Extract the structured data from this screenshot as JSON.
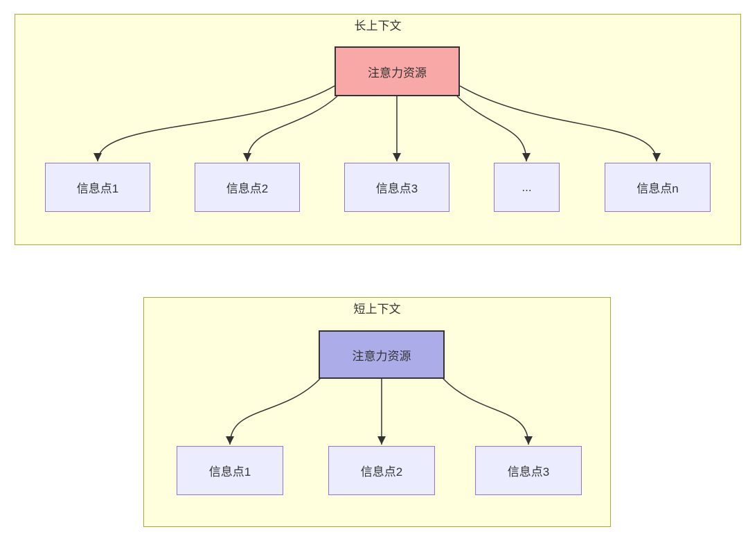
{
  "diagram": {
    "groups": [
      {
        "title": "长上下文",
        "attention_label": "注意力资源",
        "attention_color": "#F9A8A8",
        "nodes": [
          {
            "label": "信息点1"
          },
          {
            "label": "信息点2"
          },
          {
            "label": "信息点3"
          },
          {
            "label": "..."
          },
          {
            "label": "信息点n"
          }
        ]
      },
      {
        "title": "短上下文",
        "attention_label": "注意力资源",
        "attention_color": "#ACACE8",
        "nodes": [
          {
            "label": "信息点1"
          },
          {
            "label": "信息点2"
          },
          {
            "label": "信息点3"
          }
        ]
      }
    ],
    "colors": {
      "container_fill": "#FFFFDE",
      "container_border": "#AAAA33",
      "node_fill": "#ECECFF",
      "node_border": "#9370DB",
      "attention_long_fill": "#F9A8A8",
      "attention_short_fill": "#ACACE8",
      "attention_border": "#333333",
      "edge": "#333333",
      "text": "#333333"
    }
  }
}
